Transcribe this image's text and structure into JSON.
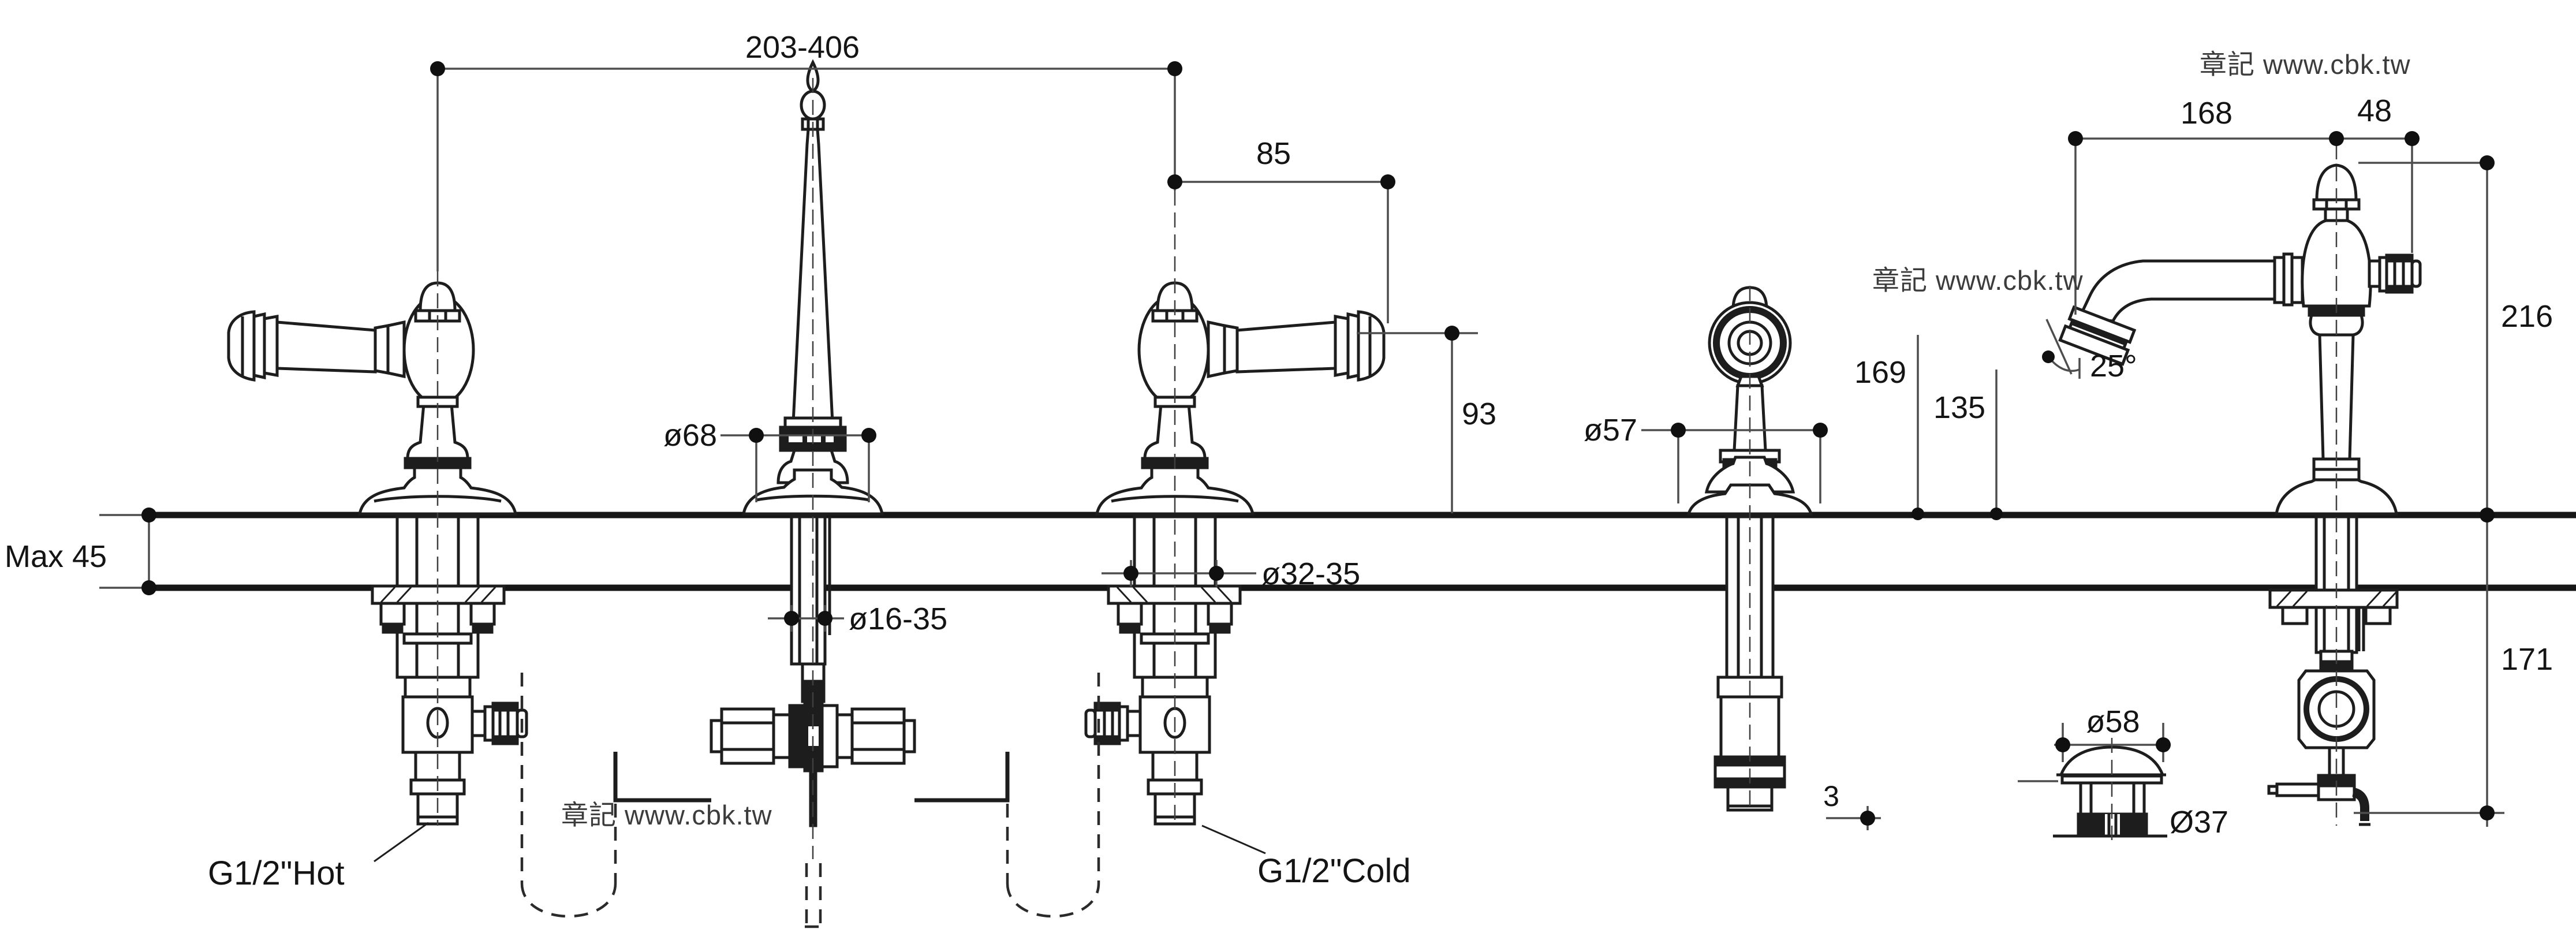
{
  "drawing": {
    "type": "faucet-installation-dimension-diagram",
    "watermark": "章記 www.cbk.tw",
    "dimensions": {
      "spread_range": "203-406",
      "handle_reach": "85",
      "handle_height": "93",
      "escutcheon_dia": "ø68",
      "spout_hole_dia": "ø16-35",
      "handle_hole_dia": "ø32-35",
      "side_handle_dia": "ø57",
      "spout_outlet_height": "169",
      "side_handle_height": "135",
      "spout_reach": "168",
      "diverter_offset": "48",
      "spout_total_height": "216",
      "under_deck_depth": "171",
      "spout_angle": "25°",
      "drain_flange_dia": "ø58",
      "drain_body_dia": "Ø37",
      "small_gap": "3",
      "max_deck_thickness": "Max 45"
    },
    "connections": {
      "hot": "G1/2\"Hot",
      "cold": "G1/2\"Cold"
    },
    "colors": {
      "line_art": "#1d1d1d",
      "dimension_lines": "#4d4d4d",
      "text": "#141414",
      "watermark": "#3c3c3c",
      "background": "#ffffff"
    }
  }
}
